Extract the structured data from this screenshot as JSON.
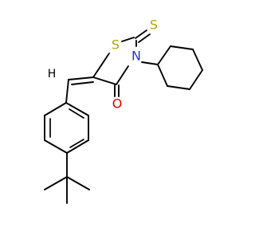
{
  "molecule": {
    "atoms": {
      "sulfur_ring": "S",
      "sulfur_thione": "S",
      "nitrogen": "N",
      "oxygen": "O",
      "hydrogen": "H"
    },
    "colors": {
      "sulfur": "#b8a300",
      "nitrogen": "#2337c8",
      "oxygen": "#e00000",
      "hydrogen": "#000000",
      "bond": "#000000"
    }
  }
}
